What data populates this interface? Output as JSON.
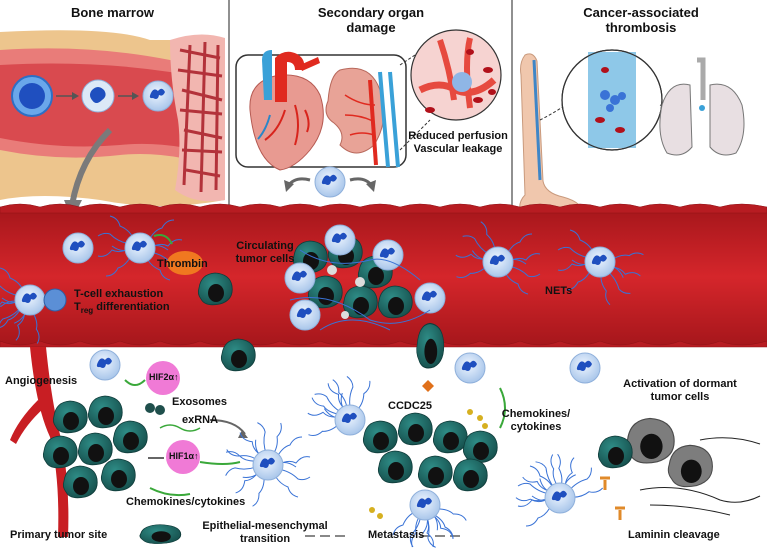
{
  "panels": {
    "bone_marrow": {
      "title": "Bone marrow"
    },
    "organ_damage": {
      "title_line1": "Secondary organ",
      "title_line2": "damage",
      "caption_line1": "Reduced perfusion",
      "caption_line2": "Vascular leakage"
    },
    "thrombosis": {
      "title_line1": "Cancer-associated",
      "title_line2": "thrombosis"
    }
  },
  "vessel_labels": {
    "thrombin": "Thrombin",
    "ctc_line1": "Circulating",
    "ctc_line2": "tumor cells",
    "tcell_line1": "T-cell exhaustion",
    "treg_T": "T",
    "treg_sub": "reg",
    "treg_rest": " differentiation",
    "nets": "NETs"
  },
  "tissue_labels": {
    "angiogenesis": "Angiogenesis",
    "hif2a": "HIF2α↑",
    "hif1a": "HIF1α↑",
    "exosomes": "Exosomes",
    "exrna": "exRNA",
    "chemokines_left": "Chemokines/cytokines",
    "primary_tumor_site": "Primary tumor site",
    "emt_line1": "Epithelial-mesenchymal",
    "emt_line2": "transition",
    "ccdc25": "CCDC25",
    "metastasis": "Metastasis",
    "chemokines_right_line1": "Chemokines/",
    "chemokines_right_line2": "cytokines",
    "dormant_line1": "Activation of dormant",
    "dormant_line2": "tumor cells",
    "laminin": "Laminin cleavage"
  },
  "colors": {
    "vessel": "#c81e23",
    "vessel_dark": "#9b1418",
    "tumor_cell": "#1f6f6b",
    "tumor_nucleus": "#111111",
    "neutrophil": "#c9dcf2",
    "neutrophil_nucleus": "#1f4fbf",
    "net_fiber": "#3a73d6",
    "bone": "#e9c48a",
    "marrow": "#f0a0a0",
    "hif_bubble": "#f07ad6",
    "dormant_cell": "#7d7d7d",
    "laminin": "#e08a2a"
  }
}
